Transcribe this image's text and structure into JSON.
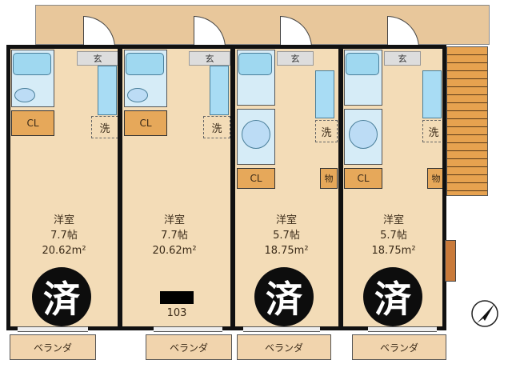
{
  "floor_plan": {
    "units": [
      {
        "room_type": "洋室",
        "size_jo": "7.7帖",
        "area": "20.62m²",
        "closet": "CL",
        "entrance": "玄",
        "laundry": "洗",
        "veranda": "ベランダ",
        "status": "済"
      },
      {
        "room_type": "洋室",
        "size_jo": "7.7帖",
        "area": "20.62m²",
        "closet": "CL",
        "entrance": "玄",
        "laundry": "洗",
        "veranda": "ベランダ",
        "unit_number": "103"
      },
      {
        "room_type": "洋室",
        "size_jo": "5.7帖",
        "area": "18.75m²",
        "closet": "CL",
        "storage": "物",
        "entrance": "玄",
        "laundry": "洗",
        "veranda": "ベランダ",
        "status": "済"
      },
      {
        "room_type": "洋室",
        "size_jo": "5.7帖",
        "area": "18.75m²",
        "closet": "CL",
        "storage": "物",
        "entrance": "玄",
        "laundry": "洗",
        "veranda": "ベランダ",
        "status": "済"
      }
    ],
    "compass": "north-arrow"
  }
}
